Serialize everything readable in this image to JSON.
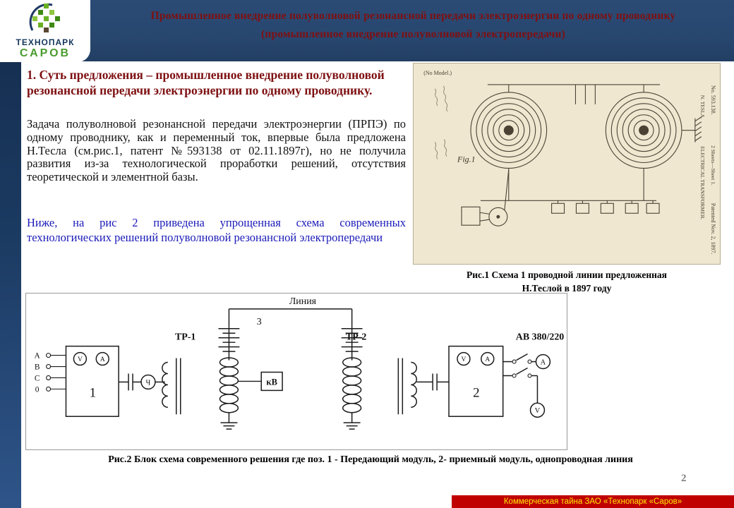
{
  "header": {
    "title_line1": "Промышленное внедрение полуволновой резонансной передачи электроэнергии по одному проводнику",
    "title_line2": "(промышленное внедрение полуволновой электропередачи)"
  },
  "logo": {
    "top": "ТЕХНОПАРК",
    "bottom": "САРОВ"
  },
  "main": {
    "heading": "1. Суть предложения  – промышленное внедрение полуволновой резонансной передачи электроэнергии по одному проводнику.",
    "paragraph": "Задача полуволновой резонансной передачи электроэнергии (ПРПЭ) по одному проводнику, как и переменный ток, впервые была предложена Н.Тесла (см.рис.1, патент №593138 от 02.11.1897г), но не получила развития из-за технологической проработки решений, отсутствия теоретической и элементной базы.",
    "note": "Ниже, на рис 2 приведена упрощенная схема  современных технологических решений полуволновой резонансной электропередачи"
  },
  "fig1": {
    "caption_line1": "Рис.1 Схема 1 проводной линии предложенная",
    "caption_line2": "Н.Теслой в 1897 году",
    "no_model": "(No Model.)",
    "fig_label": "Fig.1",
    "patent_no": "No. 593.138.",
    "inventor": "N. TESLA.",
    "patent_title": "ELECTRICAL TRANSFORMER.",
    "patented": "Patented Nov. 2, 1897.",
    "sheet": "2 Sheets—Sheet 1."
  },
  "fig2": {
    "caption": "Рис.2 Блок схема современного решения где  поз. 1 - Передающий модуль,  2- приемный модуль, однопроводная линия",
    "labels": {
      "line": "Линия",
      "pos3": "3",
      "tr1": "ТР-1",
      "tr2": "ТР-2",
      "ab": "АВ 380/220",
      "kv": "кВ",
      "block1": "1",
      "block2": "2",
      "phase_a": "А",
      "phase_b": "В",
      "phase_c": "С",
      "phase_0": "0",
      "meter_v": "V",
      "meter_a": "A",
      "meter_a_cyr": "А",
      "meter_f": "Ч"
    }
  },
  "footer": {
    "page": "2",
    "confidential": "Коммерческая тайна ЗАО «Технопарк «Саров»"
  },
  "colors": {
    "header_bg": "#28476f",
    "accent_red": "#7e1012",
    "note_blue": "#1a1ab8",
    "bar_red": "#c00000",
    "bar_text": "#ffe800",
    "patent_bg": "#efe7d0"
  }
}
